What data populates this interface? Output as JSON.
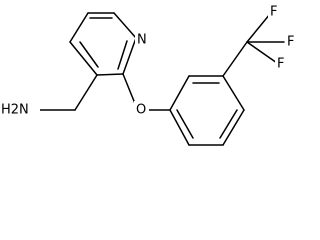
{
  "molecule": {
    "atom_labels": {
      "nitrogen": "N",
      "oxygen": "O",
      "amine": "H2N",
      "fluorine_1": "F",
      "fluorine_2": "F",
      "fluorine_3": "F"
    }
  },
  "colors": {
    "bond": "#000000",
    "label": "#000000",
    "background": "#ffffff"
  }
}
